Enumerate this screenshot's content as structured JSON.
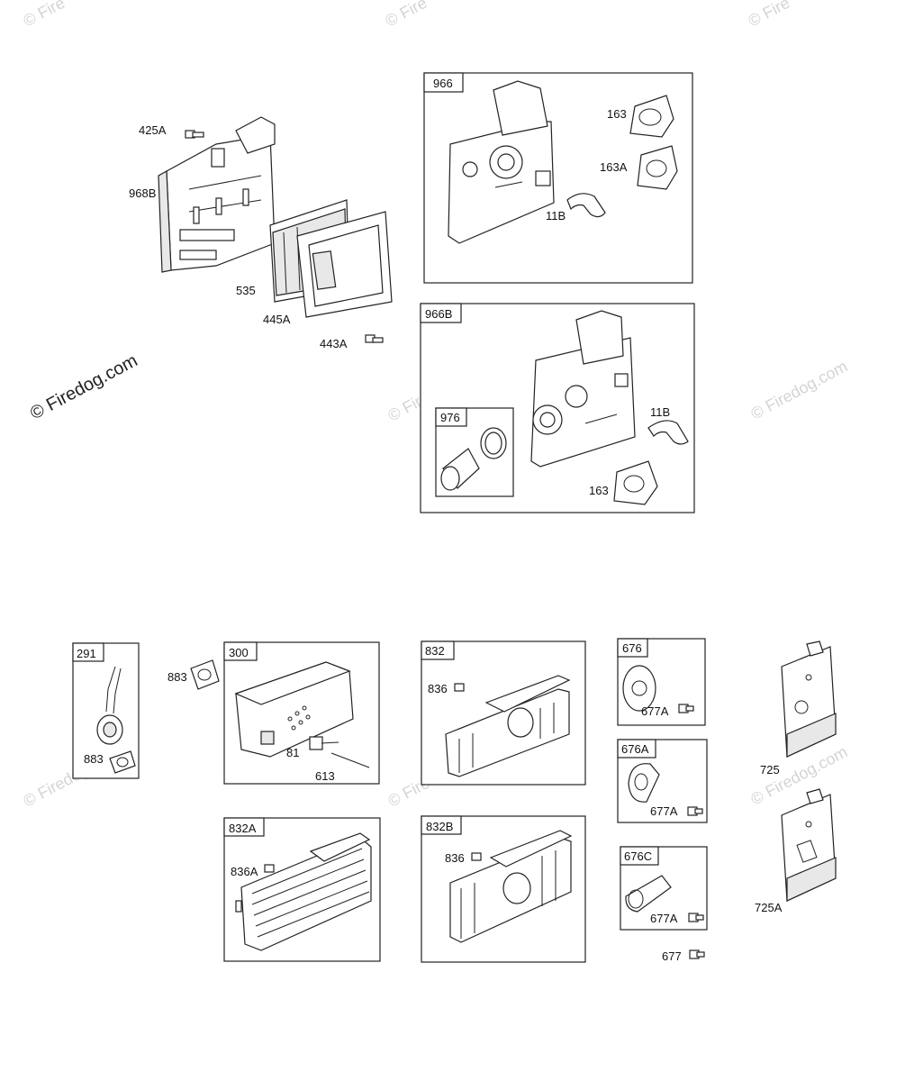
{
  "watermark": {
    "text": "© Firedog.com",
    "corner_text": "© Fire"
  },
  "boxes": {
    "b966": "966",
    "b966B": "966B",
    "b976": "976",
    "b291": "291",
    "b300": "300",
    "b832": "832",
    "b676": "676",
    "b676A": "676A",
    "b832A": "832A",
    "b832B": "832B",
    "b676C": "676C"
  },
  "labels": {
    "l425A": "425A",
    "l968B": "968B",
    "l535": "535",
    "l445A": "445A",
    "l443A": "443A",
    "l163a": "163",
    "l163A": "163A",
    "l11Ba": "11B",
    "l11Bb": "11B",
    "l163b": "163",
    "l883a": "883",
    "l883b": "883",
    "l81": "81",
    "l613": "613",
    "l836a": "836",
    "l677Aa": "677A",
    "l677Ab": "677A",
    "l677Ac": "677A",
    "l677": "677",
    "l725": "725",
    "l725A": "725A",
    "l836A": "836A",
    "l836b": "836"
  }
}
